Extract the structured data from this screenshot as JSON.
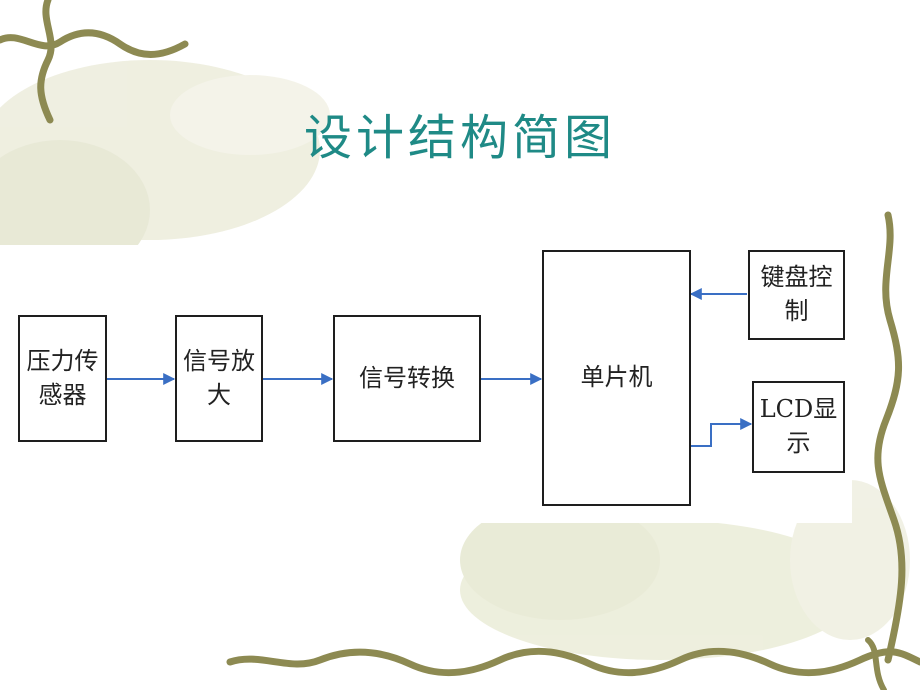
{
  "title": "设计结构简图",
  "blocks": {
    "pressure_sensor": {
      "line1": "压力传",
      "line2": "感器"
    },
    "amplifier": {
      "line1": "信号放",
      "line2": "大"
    },
    "converter": {
      "line1": "信号转换"
    },
    "mcu": {
      "line1": "单片机"
    },
    "keyboard": {
      "line1": "键盘控",
      "line2": "制"
    },
    "lcd": {
      "line1": "LCD显",
      "line2": "示"
    }
  },
  "colors": {
    "title": "#1f8a86",
    "arrow": "#3a6fc4",
    "border": "#1e1e1e"
  }
}
